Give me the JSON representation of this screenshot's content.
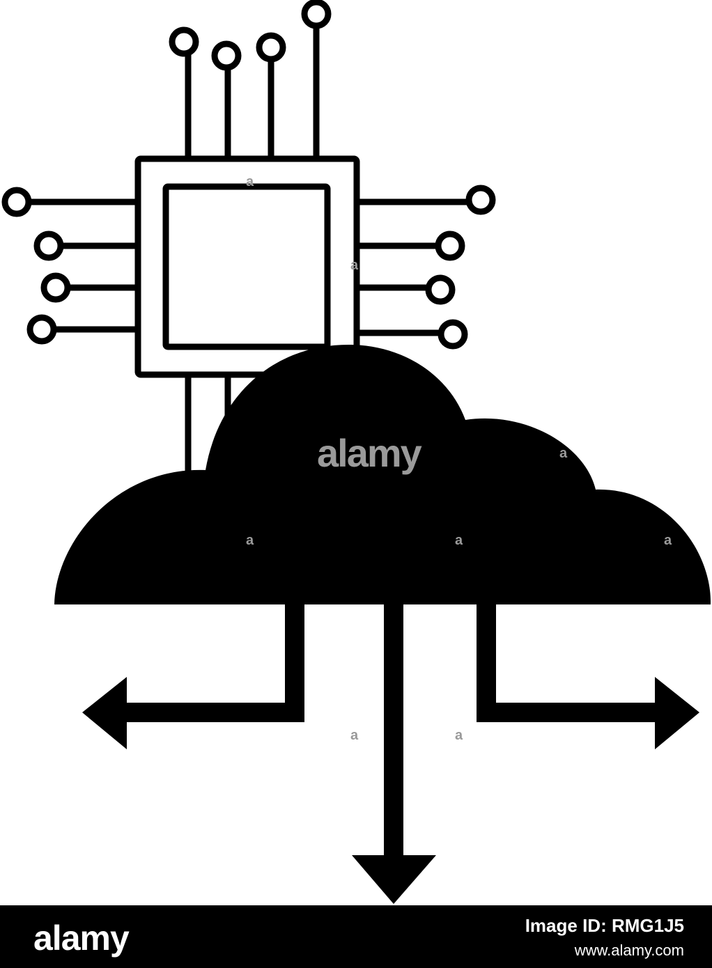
{
  "watermark": {
    "center": "alamy",
    "small_mark": "a"
  },
  "footer": {
    "logo": "alamy",
    "image_id": "Image ID: RMG1J5",
    "url": "www.alamy.com"
  },
  "colors": {
    "ink": "#000000",
    "paper": "#ffffff",
    "watermark": "#9a9a9a"
  },
  "icons": [
    "microchip-icon",
    "cloud-icon",
    "arrow-left-icon",
    "arrow-down-icon",
    "arrow-right-icon"
  ]
}
